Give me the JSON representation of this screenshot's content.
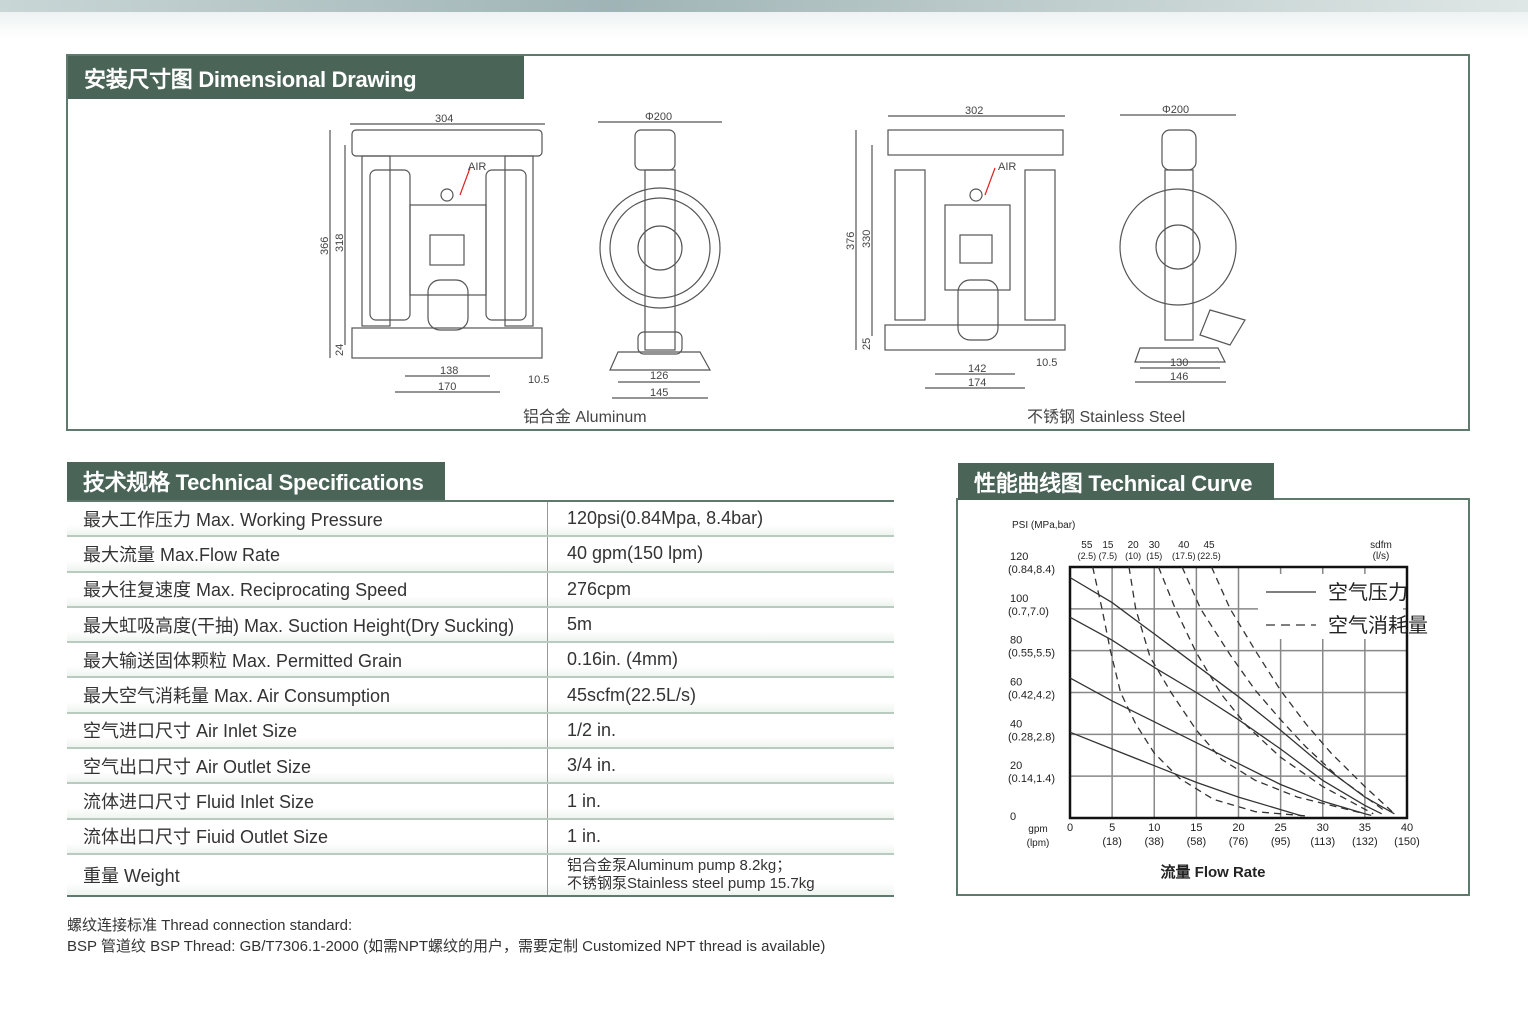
{
  "dimensional": {
    "title": "安装尺寸图 Dimensional Drawing",
    "aluminum": {
      "caption": "铝合金 Aluminum",
      "width": "304",
      "height_total": "366",
      "height_inner": "318",
      "base": "24",
      "bolt_inner": "138",
      "bolt_outer": "170",
      "offset": "10.5",
      "diameter": "Φ200",
      "foot_inner": "126",
      "foot_outer": "145",
      "air": "AIR"
    },
    "steel": {
      "caption": "不锈钢 Stainless Steel",
      "width": "302",
      "height_total": "376",
      "height_inner": "330",
      "base": "25",
      "bolt_inner": "142",
      "bolt_outer": "174",
      "offset": "10.5",
      "diameter": "Φ200",
      "foot_inner": "130",
      "foot_outer": "146",
      "air": "AIR"
    }
  },
  "specs": {
    "title": "技术规格 Technical Specifications",
    "rows": [
      {
        "label": "最大工作压力  Max. Working Pressure",
        "value": "120psi(0.84Mpa, 8.4bar)"
      },
      {
        "label": "最大流量  Max.Flow Rate",
        "value": "40 gpm(150 lpm)"
      },
      {
        "label": "最大往复速度  Max. Reciprocating Speed",
        "value": "276cpm"
      },
      {
        "label": "最大虹吸高度(干抽)  Max. Suction Height(Dry Sucking)",
        "value": "5m"
      },
      {
        "label": "最大输送固体颗粒  Max. Permitted Grain",
        "value": "0.16in. (4mm)"
      },
      {
        "label": "最大空气消耗量  Max. Air Consumption",
        "value": "45scfm(22.5L/s)"
      },
      {
        "label": "空气进口尺寸  Air Inlet Size",
        "value": "1/2 in."
      },
      {
        "label": "空气出口尺寸  Air Outlet Size",
        "value": "3/4 in."
      },
      {
        "label": "流体进口尺寸  Fluid Inlet Size",
        "value": "1 in."
      },
      {
        "label": "流体出口尺寸  Fiuid Outlet Size",
        "value": "1 in."
      }
    ],
    "weight": {
      "label": "重量  Weight",
      "value1": "铝合金泵Aluminum pump 8.2kg；",
      "value2": "不锈钢泵Stainless steel pump 15.7kg"
    }
  },
  "notes": {
    "line1": "螺纹连接标准 Thread connection standard:",
    "line2": "BSP 管道纹 BSP Thread: GB/T7306.1-2000 (如需NPT螺纹的用户，需要定制 Customized NPT thread is available)"
  },
  "curve": {
    "title": "性能曲线图 Technical Curve"
  },
  "chart_data": {
    "type": "line",
    "title": "性能曲线图 Technical Curve",
    "xlabel": "流量 Flow Rate",
    "ylabel": "PSI (MPa,bar)",
    "xlim": [
      0,
      40
    ],
    "ylim": [
      0,
      120
    ],
    "grid": true,
    "legend": "top-right",
    "x_unit_label": [
      "gpm",
      "(lpm)"
    ],
    "x_ticks": [
      {
        "v": 0,
        "a": "0",
        "b": ""
      },
      {
        "v": 5,
        "a": "5",
        "b": "(18)"
      },
      {
        "v": 10,
        "a": "10",
        "b": "(38)"
      },
      {
        "v": 15,
        "a": "15",
        "b": "(58)"
      },
      {
        "v": 20,
        "a": "20",
        "b": "(76)"
      },
      {
        "v": 25,
        "a": "25",
        "b": "(95)"
      },
      {
        "v": 30,
        "a": "30",
        "b": "(113)"
      },
      {
        "v": 35,
        "a": "35",
        "b": "(132)"
      },
      {
        "v": 40,
        "a": "40",
        "b": "(150)"
      }
    ],
    "y_ticks": [
      {
        "v": 0,
        "a": "0",
        "b": ""
      },
      {
        "v": 20,
        "a": "20",
        "b": "(0.14,1.4)"
      },
      {
        "v": 40,
        "a": "40",
        "b": "(0.28,2.8)"
      },
      {
        "v": 60,
        "a": "60",
        "b": "(0.42,4.2)"
      },
      {
        "v": 80,
        "a": "80",
        "b": "(0.55,5.5)"
      },
      {
        "v": 100,
        "a": "100",
        "b": "(0.7,7.0)"
      },
      {
        "v": 120,
        "a": "120",
        "b": "(0.84,8.4)"
      }
    ],
    "top_labels": [
      {
        "x": 2,
        "a": "55",
        "b": "(2.5)"
      },
      {
        "x": 4.5,
        "a": "15",
        "b": "(7.5)"
      },
      {
        "x": 7.5,
        "a": "20",
        "b": "(10)"
      },
      {
        "x": 10,
        "a": "30",
        "b": "(15)"
      },
      {
        "x": 13.5,
        "a": "40",
        "b": "(17.5)"
      },
      {
        "x": 16.5,
        "a": "45",
        "b": "(22.5)"
      }
    ],
    "top_unit": [
      "sdfm",
      "(l/s)"
    ],
    "legend_entries": [
      {
        "name": "空气压力",
        "style": "solid"
      },
      {
        "name": "空气消耗量",
        "style": "dashed"
      }
    ],
    "series": [
      {
        "name": "空气压力",
        "style": "solid",
        "points": [
          [
            0,
            115
          ],
          [
            5,
            103
          ],
          [
            10,
            88
          ],
          [
            15,
            73
          ],
          [
            20,
            58
          ],
          [
            25,
            42
          ],
          [
            30,
            25
          ],
          [
            35,
            10
          ],
          [
            38.5,
            2
          ]
        ]
      },
      {
        "name": "空气压力",
        "style": "solid",
        "points": [
          [
            0,
            96
          ],
          [
            5,
            85
          ],
          [
            10,
            72
          ],
          [
            15,
            60
          ],
          [
            20,
            47
          ],
          [
            25,
            33
          ],
          [
            30,
            18
          ],
          [
            35,
            6
          ],
          [
            37,
            2
          ]
        ]
      },
      {
        "name": "空气压力",
        "style": "solid",
        "points": [
          [
            0,
            67
          ],
          [
            5,
            56
          ],
          [
            10,
            46
          ],
          [
            15,
            36
          ],
          [
            20,
            26
          ],
          [
            25,
            16
          ],
          [
            30,
            8
          ],
          [
            35,
            2
          ]
        ]
      },
      {
        "name": "空气压力",
        "style": "solid",
        "points": [
          [
            0,
            41
          ],
          [
            5,
            33
          ],
          [
            10,
            25
          ],
          [
            15,
            17
          ],
          [
            20,
            10
          ],
          [
            25,
            4
          ],
          [
            27.5,
            1
          ]
        ]
      },
      {
        "name": "空气消耗量",
        "style": "dashed",
        "points": [
          [
            2.7,
            120
          ],
          [
            3.8,
            100
          ],
          [
            4.8,
            80
          ],
          [
            6,
            60
          ],
          [
            7.8,
            45
          ],
          [
            10,
            31
          ],
          [
            13,
            19
          ],
          [
            17,
            9
          ],
          [
            22,
            3
          ],
          [
            28,
            1
          ]
        ]
      },
      {
        "name": "空气消耗量",
        "style": "dashed",
        "points": [
          [
            7,
            120
          ],
          [
            7.8,
            100
          ],
          [
            9.5,
            77
          ],
          [
            12,
            60
          ],
          [
            15,
            42
          ],
          [
            18,
            28
          ],
          [
            22,
            18
          ],
          [
            27,
            10
          ],
          [
            33,
            4
          ],
          [
            36,
            1
          ]
        ]
      },
      {
        "name": "空气消耗量",
        "style": "dashed",
        "points": [
          [
            10.5,
            120
          ],
          [
            12.5,
            100
          ],
          [
            15,
            79
          ],
          [
            18,
            59
          ],
          [
            21,
            44
          ],
          [
            25,
            29
          ],
          [
            30,
            15
          ],
          [
            36,
            2
          ]
        ]
      },
      {
        "name": "空气消耗量",
        "style": "dashed",
        "points": [
          [
            13.3,
            120
          ],
          [
            15.5,
            100
          ],
          [
            19,
            78
          ],
          [
            22,
            61
          ],
          [
            25,
            47
          ],
          [
            28,
            34
          ],
          [
            32,
            19
          ],
          [
            37.5,
            3
          ]
        ]
      },
      {
        "name": "空气消耗量",
        "style": "dashed",
        "points": [
          [
            16.8,
            120
          ],
          [
            19,
            100
          ],
          [
            22,
            80
          ],
          [
            25,
            61
          ],
          [
            28,
            45
          ],
          [
            31,
            31
          ],
          [
            35,
            15
          ],
          [
            38.5,
            2
          ]
        ]
      }
    ]
  }
}
